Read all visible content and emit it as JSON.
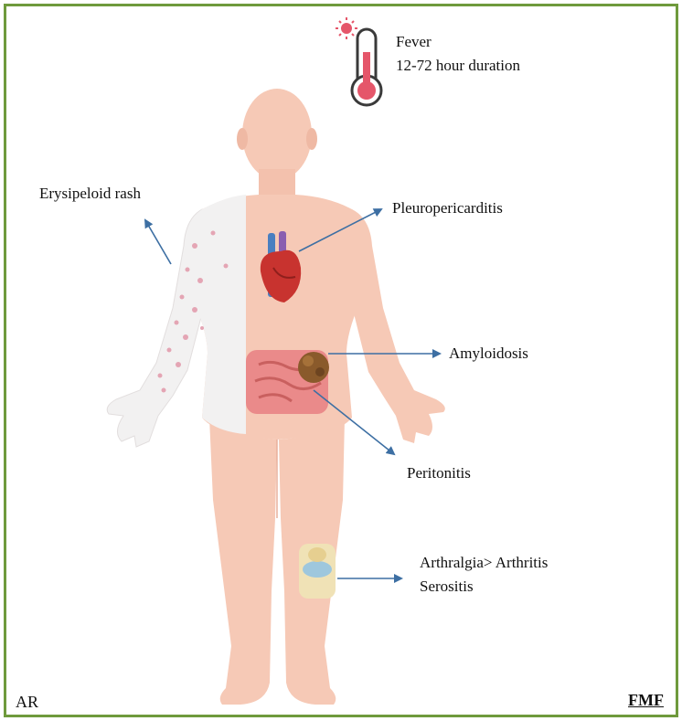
{
  "fever": {
    "title": "Fever",
    "duration": "12-72  hour duration"
  },
  "labels": {
    "rash": "Erysipeloid rash",
    "heart": "Pleuropericarditis",
    "amyloid": "Amyloidosis",
    "peritonitis": "Peritonitis",
    "joint_line1": "Arthralgia> Arthritis",
    "joint_line2": "Serositis"
  },
  "corners": {
    "left": "AR",
    "right": "FMF"
  },
  "colors": {
    "border": "#6f9a3c",
    "skin": "#f6c9b6",
    "arrow": "#3d6fa3",
    "rash_arm": "#f2f1f1",
    "rash_spot": "#e4a5b4",
    "heart": "#c8332f",
    "intestine": "#ea8a8a",
    "amyloid_mass": "#8a5a2b",
    "thermometer_fill": "#e5566a"
  },
  "icons": [
    "thermometer-icon",
    "sun-icon",
    "heart-icon",
    "intestine-icon",
    "knee-joint-icon"
  ]
}
